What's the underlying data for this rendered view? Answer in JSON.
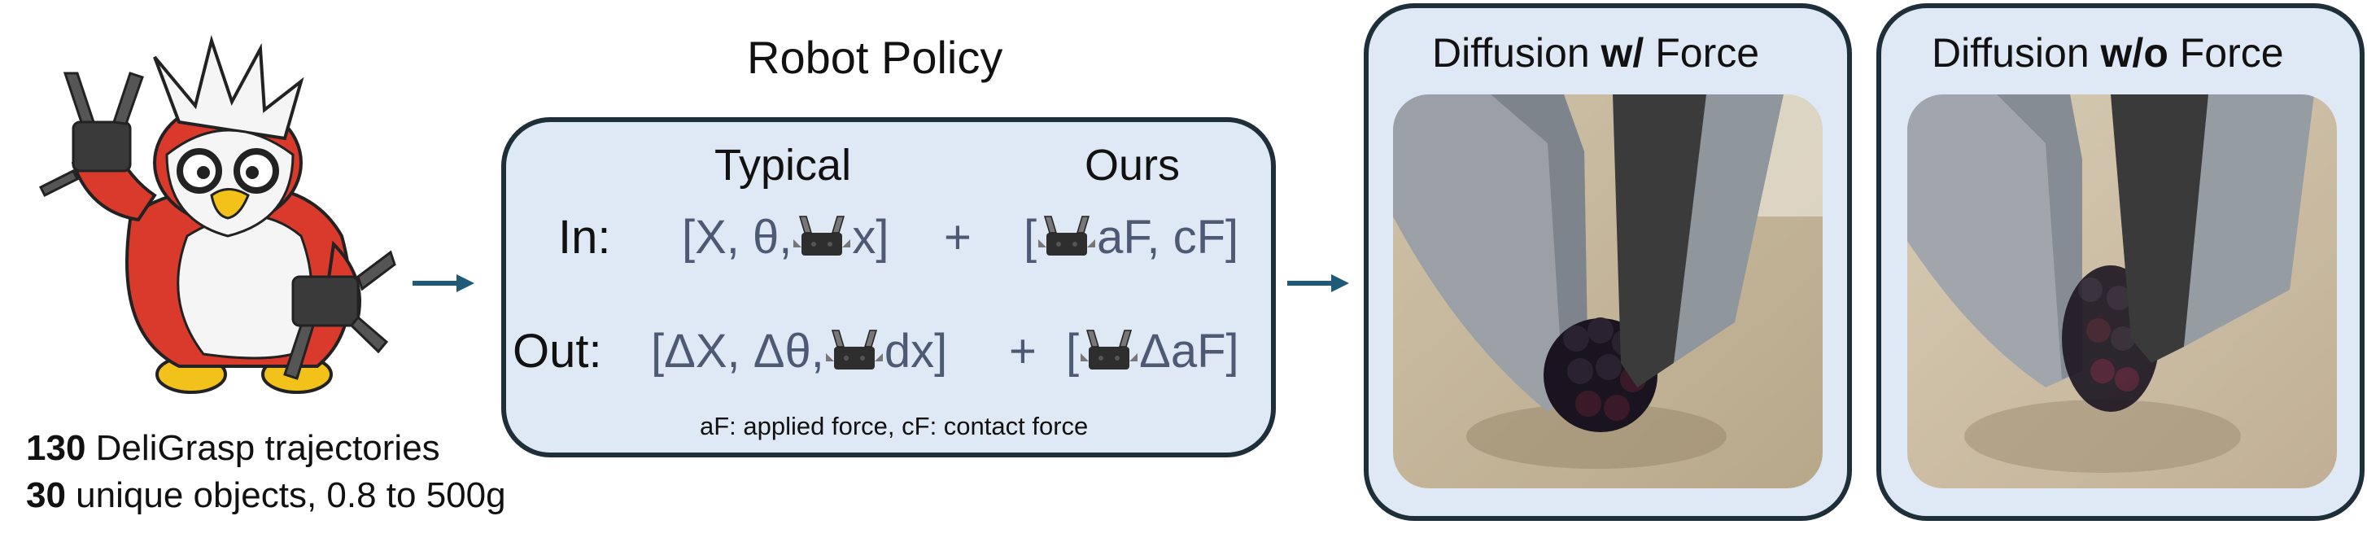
{
  "stats": {
    "line1_count": "130",
    "line1_text": " DeliGrasp trajectories",
    "line2_count": "30",
    "line2_text": " unique objects, 0.8 to 500g"
  },
  "policy": {
    "title": "Robot Policy",
    "col_typical": "Typical",
    "col_ours": "Ours",
    "in_label": "In:",
    "out_label": "Out:",
    "in_typical_a": "[X, θ,",
    "in_typical_b": "x]",
    "plus": "+",
    "in_ours_a": "[",
    "in_ours_b": "aF, cF]",
    "out_typical_a": "[ΔX, Δθ,",
    "out_typical_b": "dx]",
    "out_ours_a": "[",
    "out_ours_b": "ΔaF]",
    "legend": "aF: applied force,  cF: contact force"
  },
  "panels": {
    "with_force_prefix": "Diffusion ",
    "with_force_bold": "w/",
    "with_force_suffix": " Force",
    "without_force_prefix": "Diffusion ",
    "without_force_bold": "w/o",
    "without_force_suffix": " Force"
  },
  "colors": {
    "arrow": "#1f5a78",
    "box_fill": "#dfe9f5",
    "box_border": "#1f2f3a",
    "expr_text": "#4e5a73"
  }
}
